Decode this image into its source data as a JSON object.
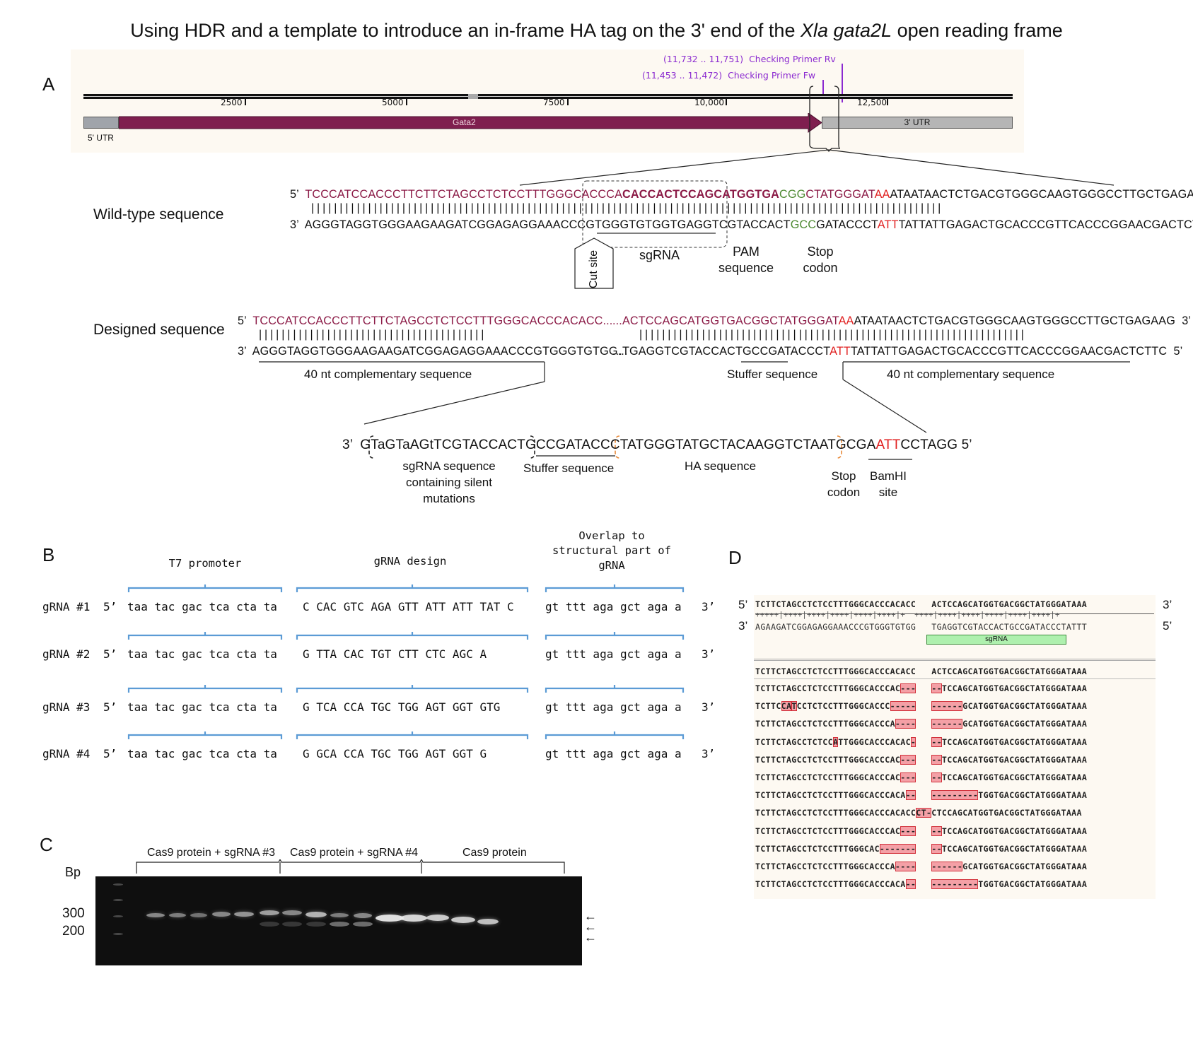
{
  "title": {
    "prefix": "Using HDR and a template to introduce an in-frame HA tag on the 3' end of the ",
    "italic": "Xla gata2L",
    "suffix": " open reading frame"
  },
  "panels": {
    "a": "A",
    "b": "B",
    "c": "C",
    "d": "D"
  },
  "panel_a": {
    "map": {
      "ticks": [
        "2500",
        "5000",
        "7500",
        "10,000",
        "12,500"
      ],
      "features": {
        "utr5": "5' UTR",
        "gene": "Gata2",
        "utr3": "3' UTR"
      },
      "primers": [
        {
          "range": "(11,732 .. 11,751)",
          "name": "Checking Primer Rv"
        },
        {
          "range": "(11,453 .. 11,472)",
          "name": "Checking Primer Fw"
        }
      ],
      "colors": {
        "gene": "#7f1f4f",
        "primer": "#8b2ad0",
        "background": "#fdf9f2"
      }
    },
    "wild_type": {
      "label": "Wild-type sequence",
      "top_prefix": "5’",
      "top_suffix": "3’",
      "bottom_prefix": "3’",
      "bottom_suffix": "5’",
      "top_parts": {
        "p1": "TCCCATCCACCCTTCTTCTAGCCTCTCCTTTGGGCACCCA",
        "p2": "CACCACTCCAGCATGGTGA",
        "p3": "C",
        "p4": "GG",
        "p5": "CTATGGGAT",
        "p6": "AA",
        "p7": "ATAATAACTCTGACGTGGGCAAGTGGGCCTTGCTGAGAAGAC"
      },
      "bottom_parts": {
        "p1": "AGGGTAGGTGGGAAGAAGATCGGAGAGGAAACCCGTGGGTGTGGTGAGGTCGTACCACT",
        "p2": "GCC",
        "p3": "GATACCCT",
        "p4": "ATT",
        "p5": "TATTATTGAGACTGCACCCGTTCACCCGGAACGACTCTTCTG"
      },
      "annotations": {
        "cut_site": "Cut site",
        "sgrna": "sgRNA",
        "pam": "PAM sequence",
        "stop": "Stop codon"
      }
    },
    "designed": {
      "label": "Designed sequence",
      "top_prefix": "5’",
      "top_suffix": "3’",
      "bottom_prefix": "3’",
      "bottom_suffix": "5’",
      "left_top": "TCCCATCCACCCTTCTTCTAGCCTCTCCTTTGGGCACCCACACC...",
      "left_bottom": "AGGGTAGGTGGGAAGAAGATCGGAGAGGAAACCCGTGGGTGTGG...",
      "right_top_parts": {
        "dots": "...",
        "p1": "ACTCCAGCATGGTGACGGCTATGGGAT",
        "p2": "AA",
        "p3": "ATAATAACTCTGACGTGGGCAAGTGGGCCTTGCTGAGAAG"
      },
      "right_bottom_parts": {
        "p1": "...TGAGGTCGTACCACTGCCGATACCCT",
        "p2": "ATT",
        "p3": "TATTATTGAGACTGCACCCGTTCACCCGGAACGACTCTTC"
      },
      "labels": {
        "left_comp": "40 nt complementary sequence",
        "stuffer": "Stuffer sequence",
        "right_comp": "40 nt complementary sequence"
      }
    },
    "insert": {
      "prefix": "3’",
      "suffix": "5’",
      "p1": "GTaGTaAGtTCGTACCACTG",
      "p2": "CCGATACCCT",
      "p3": "ATGGGTATGCTACAAGGTCTAATGCGA",
      "p4": "ATT",
      "p5": "CCTAGG",
      "labels": {
        "sgrna": "sgRNA sequence containing silent mutations",
        "stuffer": "Stuffer sequence",
        "ha": "HA sequence",
        "stop": "Stop codon",
        "bamhi": "BamHI site"
      }
    }
  },
  "panel_b": {
    "headers": {
      "t7": "T7 promoter",
      "design": "gRNA design",
      "overlap": "Overlap to structural part of gRNA"
    },
    "rows": [
      {
        "name": "gRNA #1",
        "five": "5’",
        "t7": "taa tac gac tca cta ta",
        "design": "C CAC GTC AGA GTT ATT ATT TAT C",
        "overlap": "gt ttt aga gct aga a",
        "three": "3’"
      },
      {
        "name": "gRNA #2",
        "five": "5’",
        "t7": "taa tac gac tca cta ta",
        "design": "G TTA CAC TGT CTT CTC AGC A",
        "overlap": "gt ttt aga gct aga a",
        "three": "3’"
      },
      {
        "name": "gRNA #3",
        "five": "5’",
        "t7": "taa tac gac tca cta ta",
        "design": "G TCA CCA TGC TGG AGT GGT GTG",
        "overlap": "gt ttt aga gct aga a",
        "three": "3’"
      },
      {
        "name": "gRNA #4",
        "five": "5’",
        "t7": "taa tac gac tca cta ta",
        "design": "G GCA CCA TGC TGG AGT GGT G",
        "overlap": "gt ttt aga gct aga a",
        "three": "3’"
      }
    ],
    "bracket_color": "#5b9bd5"
  },
  "panel_c": {
    "groups": [
      "Cas9 protein + sgRNA #3",
      "Cas9 protein + sgRNA #4",
      "Cas9 protein"
    ],
    "axis_label": "Bp",
    "markers": [
      "300",
      "200"
    ]
  },
  "panel_d": {
    "ref_top_prefix": "5’",
    "ref_top_suffix": "3’",
    "ref_bottom_prefix": "3’",
    "ref_bottom_suffix": "5’",
    "ref_top_left": "TCTTCTAGCCTCTCCTTTGGGCACCCACACC",
    "ref_top_right": "ACTCCAGCATGGTGACGGCTATGGGATAAA",
    "ref_bottom_left": "AGAAGATCGGAGAGGAAACCCGTGGGTGTGG",
    "ref_bottom_right": "TGAGGTCGTACCACTGCCGATACCCTATTT",
    "sgrna": "sgRNA",
    "consensus_left": "TCTTCTAGCCTCTCCTTTGGGCACCCACACC",
    "consensus_right": "ACTCCAGCATGGTGACGGCTATGGGATAAA",
    "reads": [
      {
        "l": "TCTTCTAGCCTCTCCTTTGGGCACCCAC",
        "lh": "---",
        "rh": "--",
        "r": "TCCAGCATGGTGACGGCTATGGGATAAA"
      },
      {
        "l1": "TCTTC",
        "m1": "CA",
        "m2": "T",
        "l": "CCTCTCCTTTGGGCACCC",
        "lh": "-----",
        "rh": "------",
        "r": "GCATGGTGACGGCTATGGGATAAA"
      },
      {
        "l": "TCTTCTAGCCTCTCCTTTGGGCACCCA",
        "lh": "----",
        "rh": "------",
        "r": "GCATGGTGACGGCTATGGGATAAA"
      },
      {
        "l1": "TCTTCTAGCCTCTCC",
        "m1": "A",
        "l": "TTGGGCACCCACAC",
        "lh": "-",
        "rh": "--",
        "r": "TCCAGCATGGTGACGGCTATGGGATAAA"
      },
      {
        "l": "TCTTCTAGCCTCTCCTTTGGGCACCCAC",
        "lh": "---",
        "rh": "--",
        "r": "TCCAGCATGGTGACGGCTATGGGATAAA"
      },
      {
        "l": "TCTTCTAGCCTCTCCTTTGGGCACCCAC",
        "lh": "---",
        "rh": "--",
        "r": "TCCAGCATGGTGACGGCTATGGGATAAA"
      },
      {
        "l": "TCTTCTAGCCTCTCCTTTGGGCACCCACA",
        "lh": "--",
        "rh": "---------",
        "r": "TGGTGACGGCTATGGGATAAA"
      },
      {
        "l": "TCTTCTAGCCTCTCCTTTGGGCACCCACACC",
        "lh": "CT-",
        "rh": "",
        "r": "CTCCAGCATGGTGACGGCTATGGGATAAA"
      },
      {
        "l": "TCTTCTAGCCTCTCCTTTGGGCACCCAC",
        "lh": "---",
        "rh": "--",
        "r": "TCCAGCATGGTGACGGCTATGGGATAAA"
      },
      {
        "l": "TCTTCTAGCCTCTCCTTTGGGCAC",
        "lh": "-------",
        "rh": "--",
        "r": "TCCAGCATGGTGACGGCTATGGGATAAA"
      },
      {
        "l": "TCTTCTAGCCTCTCCTTTGGGCACCCA",
        "lh": "----",
        "rh": "------",
        "r": "GCATGGTGACGGCTATGGGATAAA"
      },
      {
        "l": "TCTTCTAGCCTCTCCTTTGGGCACCCACA",
        "lh": "--",
        "rh": "---------",
        "r": "TGGTGACGGCTATGGGATAAA"
      }
    ],
    "highlight_color": "#f4a0a6"
  }
}
